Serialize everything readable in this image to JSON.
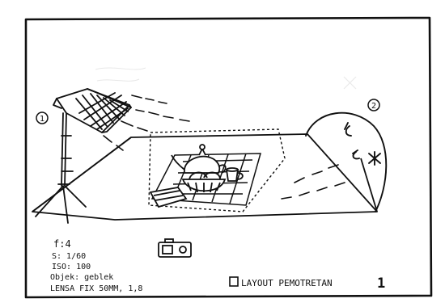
{
  "labels": {
    "light_one": "1",
    "light_two": "2"
  },
  "camera_settings": [
    "f:4",
    "S: 1/60",
    "ISO: 100",
    "Objek: geblek",
    "LENSA FIX 50MM, 1,8"
  ],
  "footer": {
    "checkbox_checked": false,
    "title": "LAYOUT PEMOTRETAN",
    "page_number": "1"
  },
  "ink_color": "#111111"
}
